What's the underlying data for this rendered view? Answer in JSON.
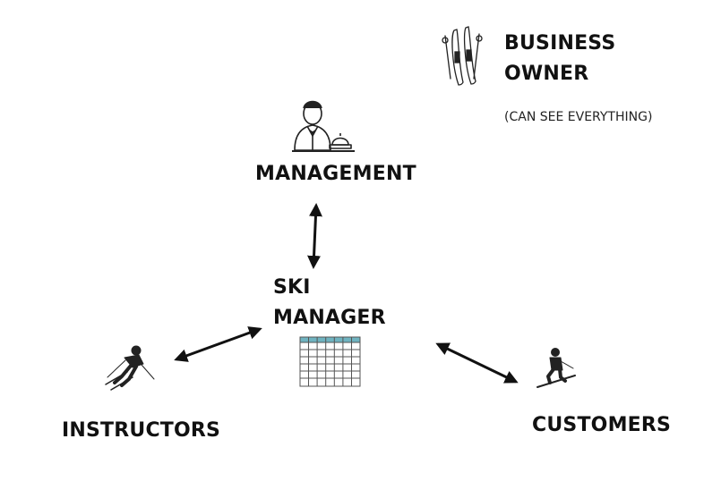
{
  "business_owner": {
    "line1": "BUSINESS",
    "line2": "OWNER",
    "note": "(CAN SEE EVERYTHING)",
    "icon": "skis-icon"
  },
  "management": {
    "label": "MANAGEMENT",
    "icon": "concierge-person-icon"
  },
  "ski_manager": {
    "line1": "SKI",
    "line2": "MANAGER",
    "icon": "calendar-grid-icon",
    "accent": "#6fb3c0"
  },
  "instructors": {
    "label": "INSTRUCTORS",
    "icon": "downhill-skier-icon"
  },
  "customers": {
    "label": "CUSTOMERS",
    "icon": "skier-icon"
  }
}
